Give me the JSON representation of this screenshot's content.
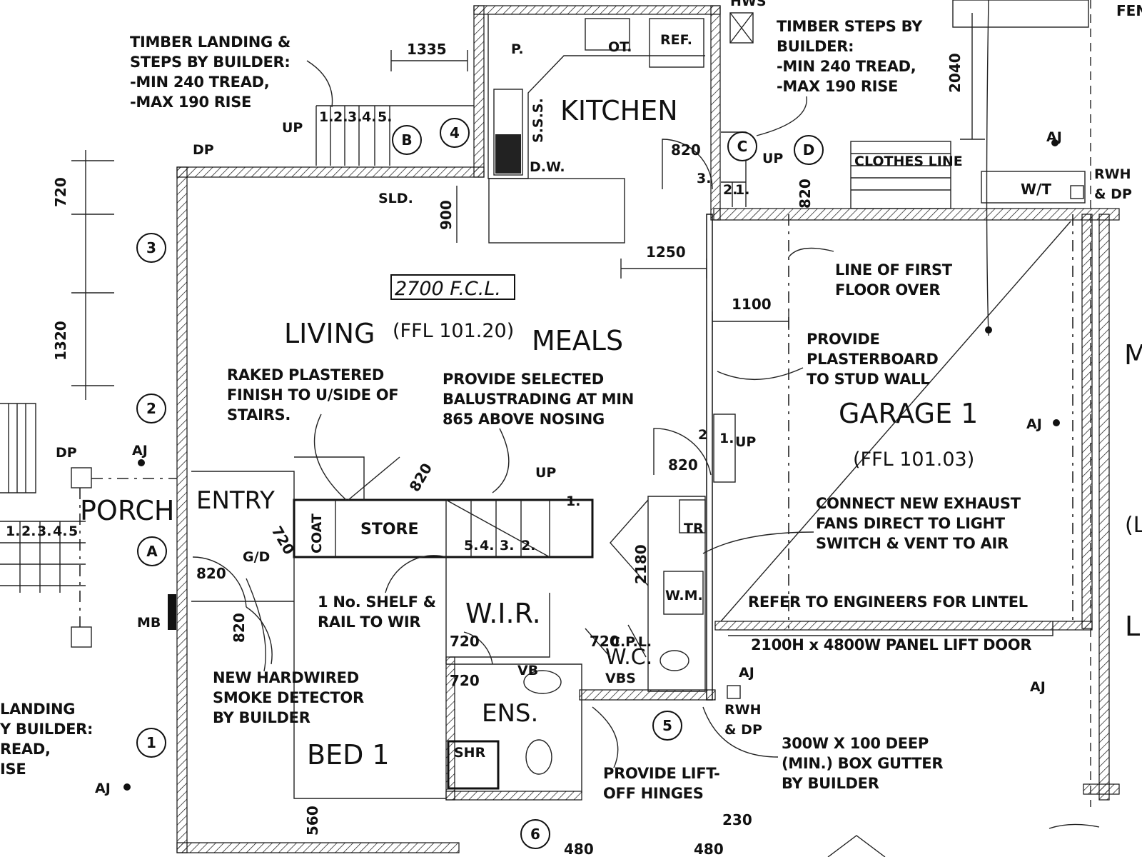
{
  "rooms": {
    "kitchen": "KITCHEN",
    "living": "LIVING",
    "ffl_living": "(FFL 101.20)",
    "meals": "MEALS",
    "fcl": "2700 F.C.L.",
    "garage": "GARAGE 1",
    "ffl_garage": "(FFL 101.03)",
    "porch": "PORCH",
    "entry": "ENTRY",
    "store": "STORE",
    "coat": "COAT",
    "wir": "W.I.R.",
    "wc": "W.C.",
    "ens": "ENS.",
    "bed1": "BED 1",
    "shr": "SHR",
    "clothes_line": "CLOTHES LINE",
    "wt": "W/T",
    "wm": "W.M.",
    "tr": "TR",
    "fen": "FEN",
    "edge_m": "M",
    "edge_l": "L",
    "edge_paren": "(L"
  },
  "notes": {
    "timber_landing": [
      "TIMBER LANDING &",
      "STEPS BY BUILDER:",
      "-MIN 240 TREAD,",
      "-MAX 190 RISE"
    ],
    "timber_steps": [
      "TIMBER STEPS BY",
      "BUILDER:",
      "-MIN 240 TREAD,",
      "-MAX 190 RISE"
    ],
    "line_first_floor": [
      "LINE OF FIRST",
      "FLOOR OVER"
    ],
    "plasterboard": [
      "PROVIDE",
      "PLASTERBOARD",
      "TO STUD WALL"
    ],
    "raked": [
      "RAKED PLASTERED",
      "FINISH TO U/SIDE OF",
      "STAIRS."
    ],
    "balustrading": [
      "PROVIDE SELECTED",
      "BALUSTRADING AT MIN",
      "865 ABOVE NOSING"
    ],
    "exhaust": [
      "CONNECT NEW EXHAUST",
      "FANS DIRECT TO LIGHT",
      "SWITCH & VENT TO AIR"
    ],
    "lintel": "REFER TO ENGINEERS FOR LINTEL",
    "panel_door": "2100H x 4800W PANEL LIFT DOOR",
    "shelf": [
      "1 No. SHELF &",
      "RAIL TO WIR"
    ],
    "smoke": [
      "NEW HARDWIRED",
      "SMOKE DETECTOR",
      "BY BUILDER"
    ],
    "lift_off": [
      "PROVIDE LIFT-",
      "OFF HINGES"
    ],
    "gutter": [
      "300W X 100 DEEP",
      "(MIN.) BOX GUTTER",
      "BY BUILDER"
    ],
    "left_landing": [
      "LANDING",
      "Y BUILDER:",
      "READ,",
      "ISE"
    ]
  },
  "labels": {
    "p": "P.",
    "ot": "OT.",
    "ref": "REF.",
    "sss": "S.S.S.",
    "dw": "D.W.",
    "sld": "SLD.",
    "dp1": "DP",
    "dp2": "DP",
    "up1": "UP",
    "up2": "UP",
    "up3": "UP",
    "up4": "UP",
    "aj1": "AJ",
    "aj2": "AJ",
    "aj3": "AJ",
    "aj4": "AJ",
    "aj5": "AJ",
    "aj6": "AJ",
    "rwh_dp1": "RWH",
    "rwh_dp1b": "& DP",
    "rwh_dp2": "RWH",
    "rwh_dp2b": "& DP",
    "mb": "MB",
    "gd": "G/D",
    "vb": "VB",
    "cpl": "C.P.L.",
    "vbs": "VBS",
    "hws": "HWS",
    "steps_top": [
      "1.",
      "2.",
      "3.",
      "4.",
      "5."
    ],
    "steps_left": [
      "1.",
      "2.",
      "3.",
      "4.",
      "5"
    ],
    "steps_mid": [
      "5.",
      "4.",
      "3.",
      "2."
    ],
    "step_mid_1": "1.",
    "steps_c": [
      "3.",
      "2.",
      "1."
    ],
    "steps_r": [
      "2",
      "1."
    ]
  },
  "dims": {
    "d1335": "1335",
    "d2040": "2040",
    "d720a": "720",
    "d1320": "1320",
    "d820a": "820",
    "d820b": "820",
    "d900": "900",
    "d1250": "1250",
    "d1100": "1100",
    "d820c": "820",
    "d820d": "820",
    "d720b": "720",
    "d820e": "820",
    "d820f": "820",
    "d720c": "720",
    "d720d": "720",
    "d720e": "720",
    "d2180": "2180",
    "d560": "560",
    "d480a": "480",
    "d480b": "480",
    "d230": "230"
  },
  "grid_markers": {
    "m1": "1",
    "m2": "2",
    "m3": "3",
    "m4": "4",
    "m5": "5",
    "m6": "6",
    "mA": "A",
    "mB": "B",
    "mC": "C",
    "mD": "D"
  }
}
